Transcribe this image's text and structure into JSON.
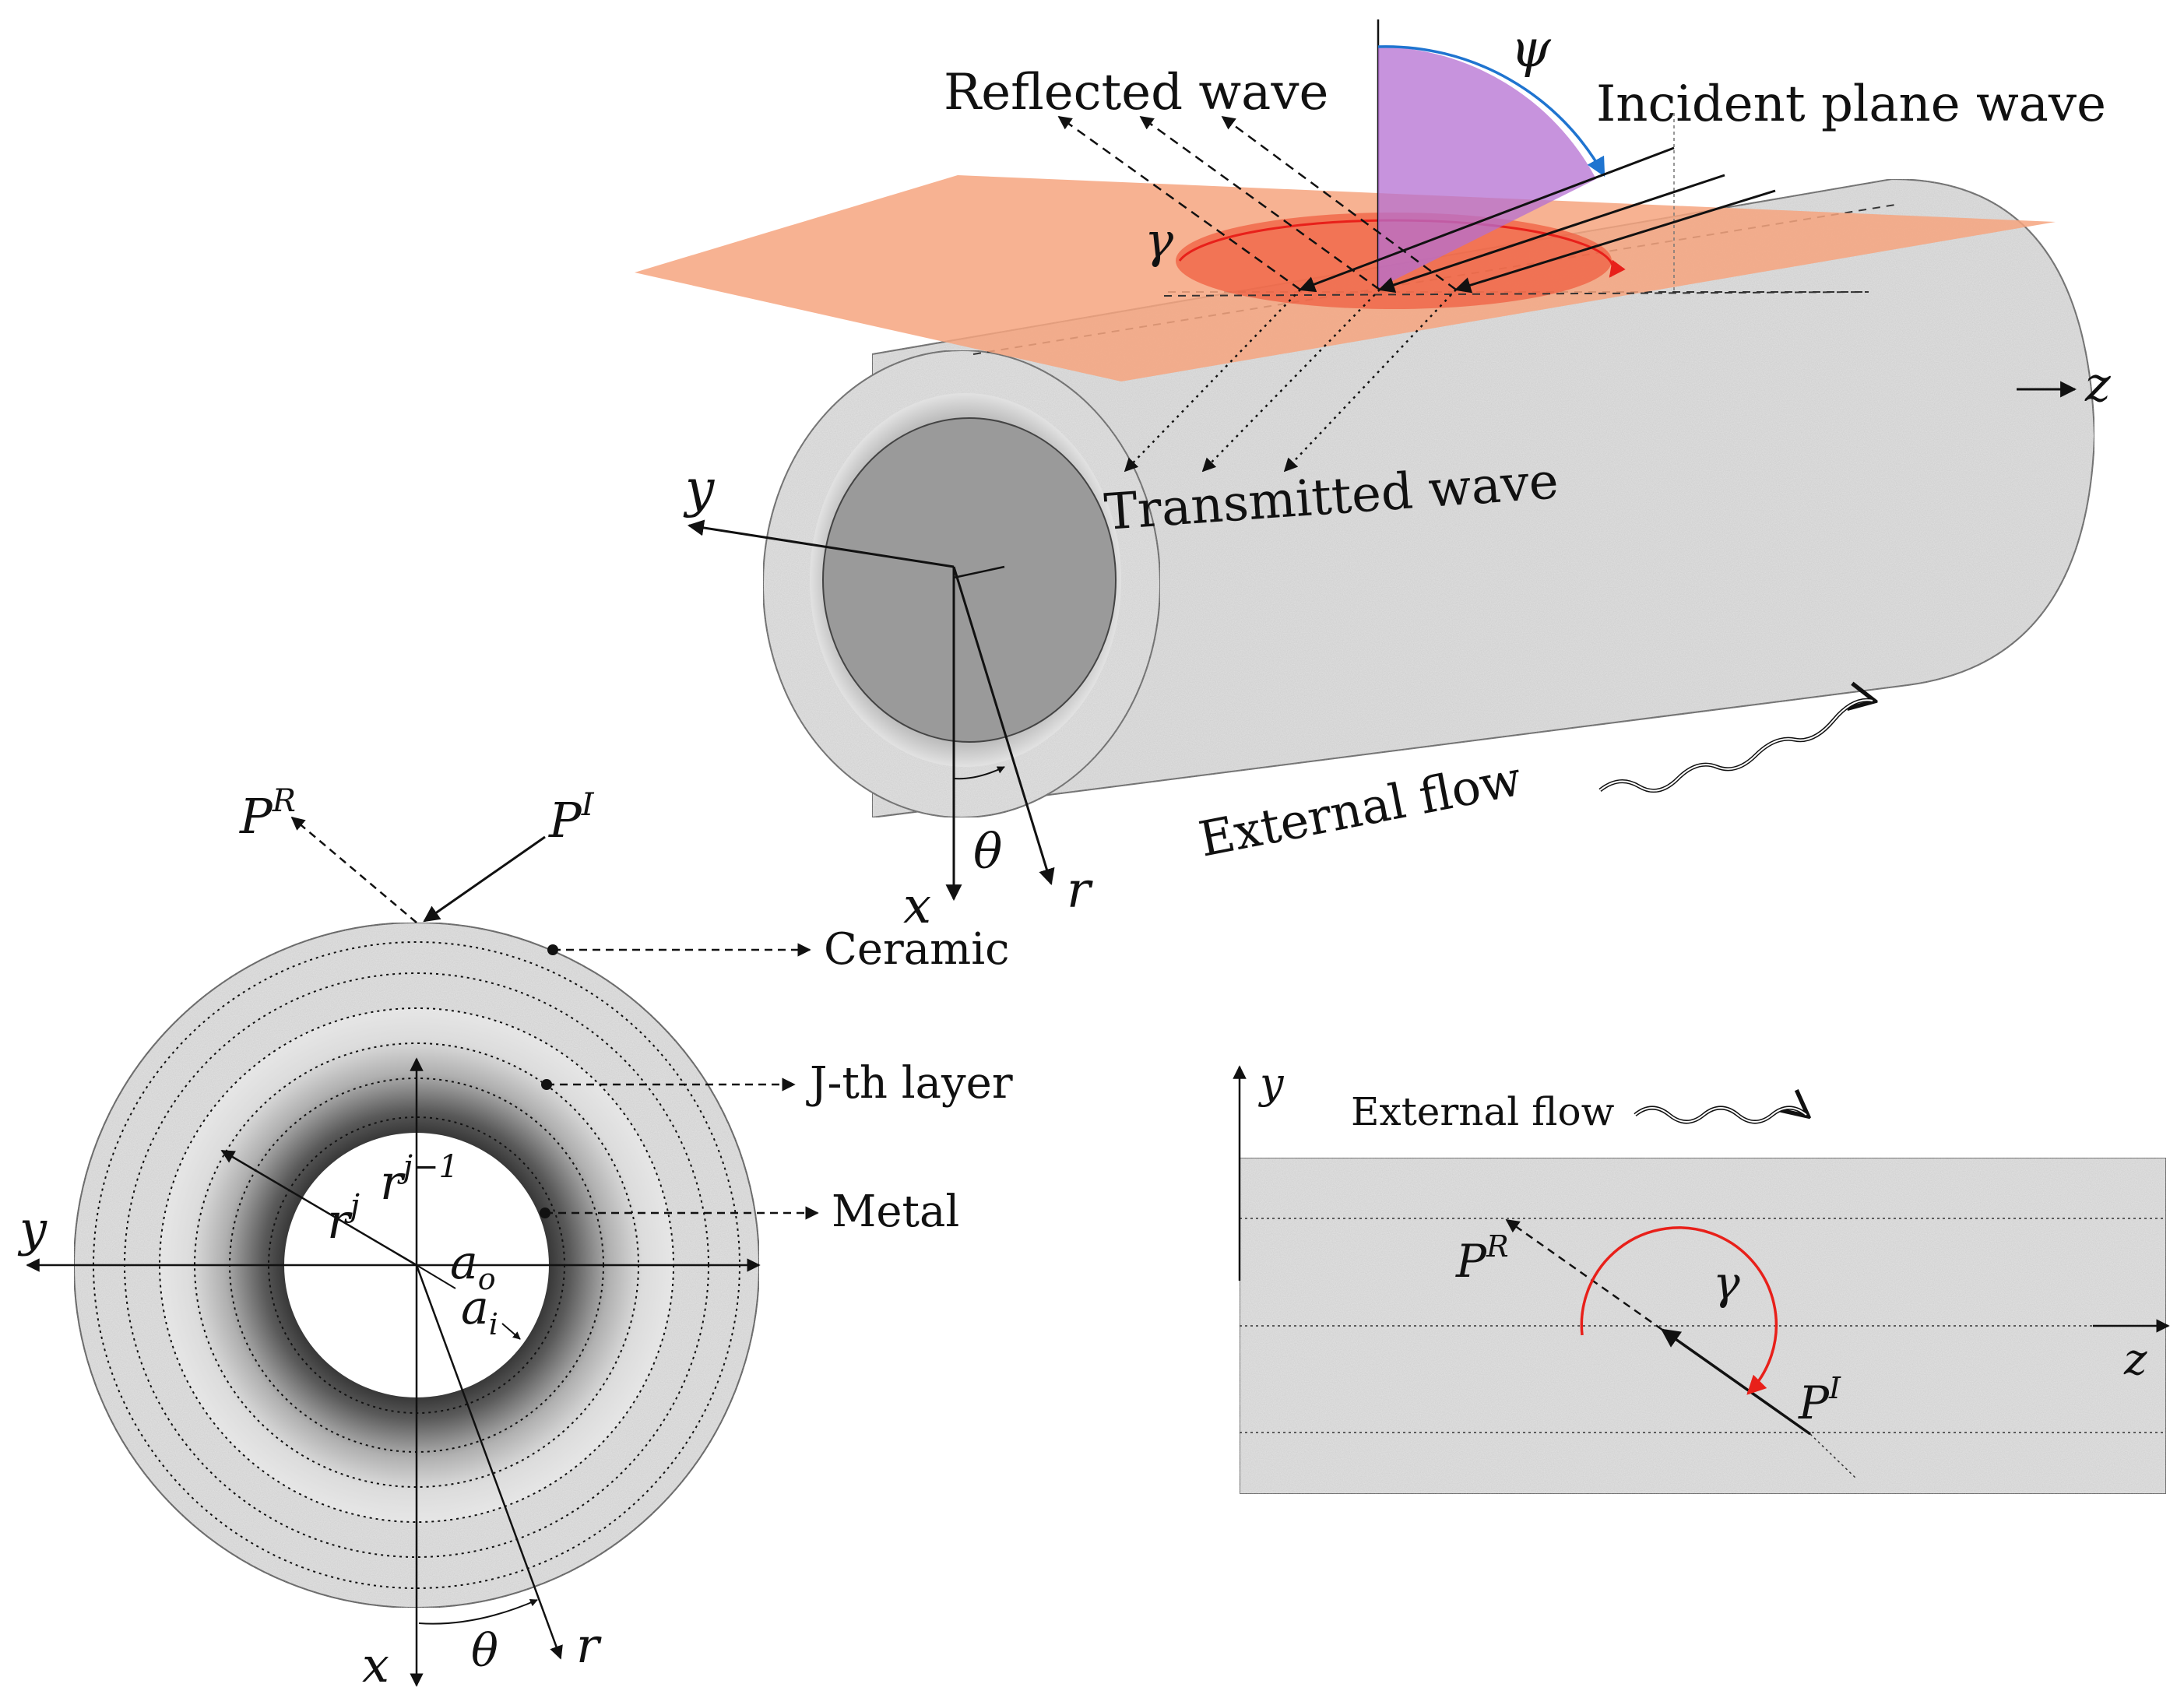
{
  "labels": {
    "reflected_wave": "Reflected wave",
    "incident_plane_wave": "Incident plane wave",
    "transmitted_wave": "Transmitted wave",
    "external_flow_top": "External flow",
    "external_flow_side": "External flow",
    "ceramic": "Ceramic",
    "jth_layer": "J-th layer",
    "metal": "Metal"
  },
  "symbols": {
    "psi": "ψ",
    "gamma_top": "γ",
    "gamma_side": "γ",
    "y_top": "y",
    "z_top": "z",
    "x_top": "x",
    "r_top": "r",
    "theta_top": "θ",
    "pr_cross": "P",
    "pr_cross_sup": "R",
    "pi_cross": "P",
    "pi_cross_sup": "I",
    "y_cross": "y",
    "x_cross": "x",
    "r_cross": "r",
    "theta_cross": "θ",
    "rj": "r",
    "rj_sup": "j",
    "rj1": "r",
    "rj1_sup": "j−1",
    "ao": "a",
    "ao_sub": "o",
    "ai": "a",
    "ai_sub": "i",
    "y_side": "y",
    "z_side": "z",
    "pr_side": "P",
    "pr_side_sup": "R",
    "pi_side": "P",
    "pi_side_sup": "I"
  },
  "colors": {
    "plane": "#f6a47f",
    "footprint": "#ef5a3c",
    "psi_sector": "#b46fd2",
    "psi_arc": "#1f74d0",
    "gamma_arc": "#e8201a",
    "metal_dark": "#2a2a2a",
    "ceramic": "#e4e4e4"
  }
}
